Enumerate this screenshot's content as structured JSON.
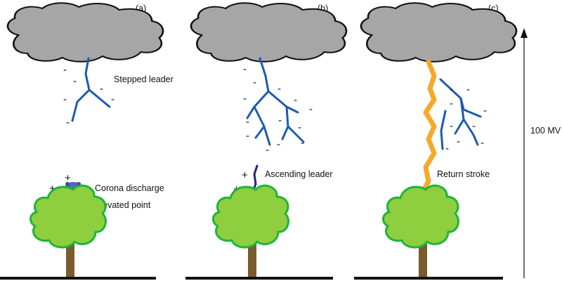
{
  "panels": [
    {
      "tag": "(a)",
      "labels": [
        "Stepped leader",
        "Corona discharge",
        "Elevated point"
      ]
    },
    {
      "tag": "(b)",
      "labels": [
        "Ascending leader"
      ]
    },
    {
      "tag": "(c)",
      "labels": [
        "Return stroke"
      ]
    }
  ],
  "scale_label": "100 MV",
  "charge_signs": {
    "negative": "-",
    "positive": "+"
  },
  "colors": {
    "cloud": "#a6a6a7",
    "tree_crown": "#8fce3e",
    "tree_outline": "#1db53a",
    "trunk": "#7a5b2a",
    "stepped_leader": "#1e5bb0",
    "ascending_leader": "#23237a",
    "return_stroke": "#f7a82a",
    "corona": "#3a4ab0"
  }
}
